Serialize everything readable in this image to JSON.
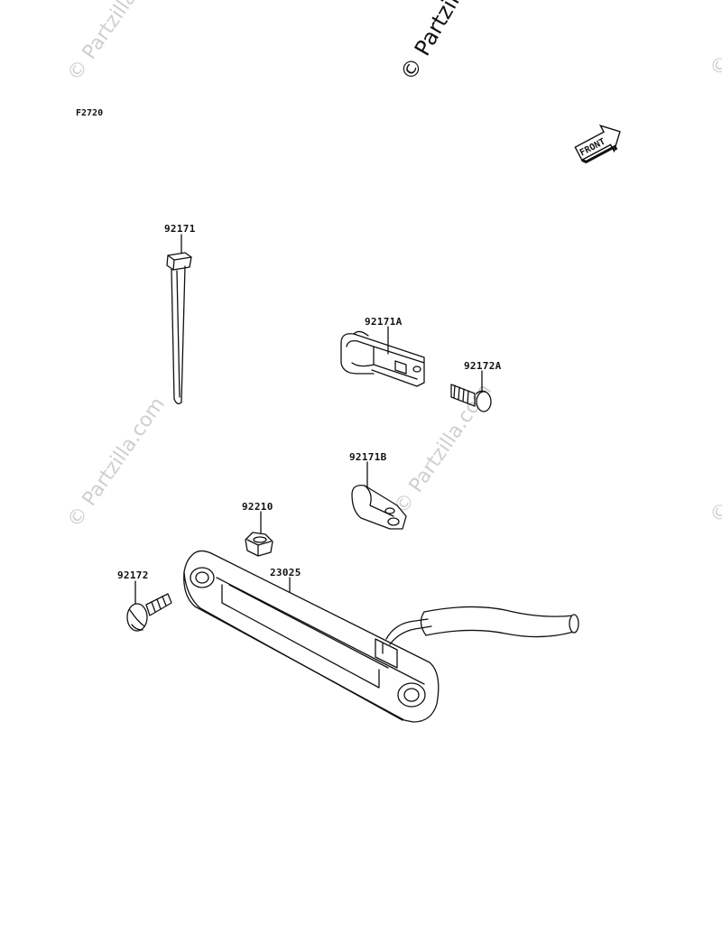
{
  "diagram_code": "F2720",
  "front_label": "FRONT",
  "watermark": {
    "main": "© Partzilla",
    "faint": "© Partzilla.com"
  },
  "parts": [
    {
      "id": "cable-tie",
      "number": "92171"
    },
    {
      "id": "clamp-a",
      "number": "92171A"
    },
    {
      "id": "screw-a",
      "number": "92172A"
    },
    {
      "id": "clamp-b",
      "number": "92171B"
    },
    {
      "id": "nut",
      "number": "92210"
    },
    {
      "id": "bracket",
      "number": "23025"
    },
    {
      "id": "bolt",
      "number": "92172"
    }
  ]
}
